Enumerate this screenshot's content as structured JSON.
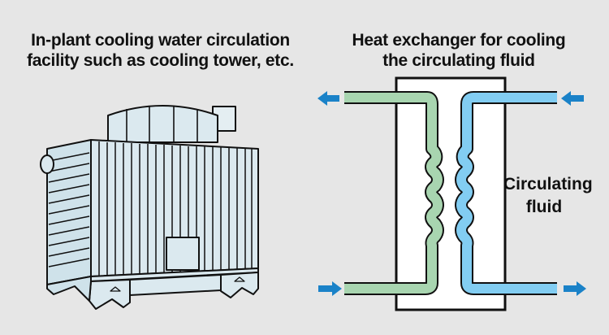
{
  "left_title": {
    "line1": "In-plant cooling water circulation",
    "line2": "facility such as cooling tower, etc."
  },
  "right_title": {
    "line1": "Heat exchanger for cooling",
    "line2": "the circulating fluid"
  },
  "fluid_label": {
    "line1": "Circulating",
    "line2": "fluid"
  },
  "colors": {
    "background": "#e6e6e6",
    "facility_water_pipe": "#a8d5b0",
    "circulating_fluid_pipe": "#82cdf2",
    "arrow": "#1a82c8",
    "tower": "#dbe9ef"
  }
}
